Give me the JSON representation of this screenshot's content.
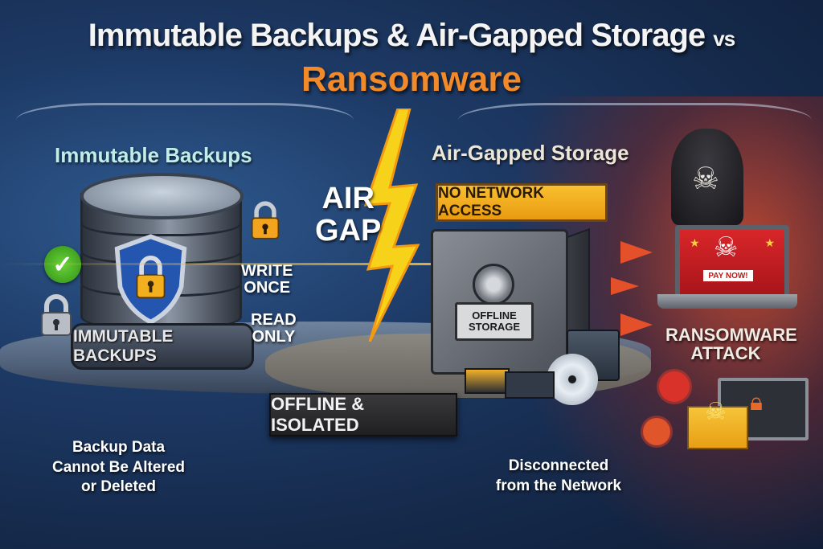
{
  "header": {
    "title": "Immutable Backups & Air-Gapped Storage",
    "title_vs": "vs",
    "subtitle": "Ransomware"
  },
  "left_section": {
    "heading": "Immutable Backups",
    "database_label": "IMMUTABLE BACKUPS",
    "feature_1_line1": "WRITE",
    "feature_1_line2": "ONCE",
    "feature_2_line1": "READ",
    "feature_2_line2": "ONLY",
    "caption_line1": "Backup Data",
    "caption_line2": "Cannot Be Altered",
    "caption_line3": "or Deleted",
    "icons": [
      "database-icon",
      "shield-lock-icon",
      "lock-icon",
      "check-icon"
    ]
  },
  "center": {
    "air_gap_line1": "AIR",
    "air_gap_line2": "GAP",
    "badge": "OFFLINE & ISOLATED",
    "icons": [
      "lightning-bolt-icon"
    ]
  },
  "middle_section": {
    "heading": "Air-Gapped Storage",
    "sign": "NO NETWORK ACCESS",
    "safe_label_line1": "OFFLINE",
    "safe_label_line2": "STORAGE",
    "caption_line1": "Disconnected",
    "caption_line2": "from the Network",
    "icons": [
      "safe-icon",
      "disc-icon",
      "tape-drive-icon",
      "server-box-icon"
    ]
  },
  "right_section": {
    "laptop_text": "PAY NOW!",
    "label_line1": "RANSOMWARE",
    "label_line2": "ATTACK",
    "icons": [
      "hooded-hacker-skull-icon",
      "laptop-icon",
      "virus-icon",
      "email-skull-icon",
      "monitor-lock-icon",
      "arrow-icon"
    ]
  },
  "colors": {
    "title": "#f4f4f4",
    "accent_orange": "#f28a2a",
    "left_heading": "#bfeee9",
    "middle_heading": "#ece6d6",
    "sign_yellow": "#f5b025",
    "threat_red": "#d8262a",
    "background_blue": "#1d3a66"
  }
}
